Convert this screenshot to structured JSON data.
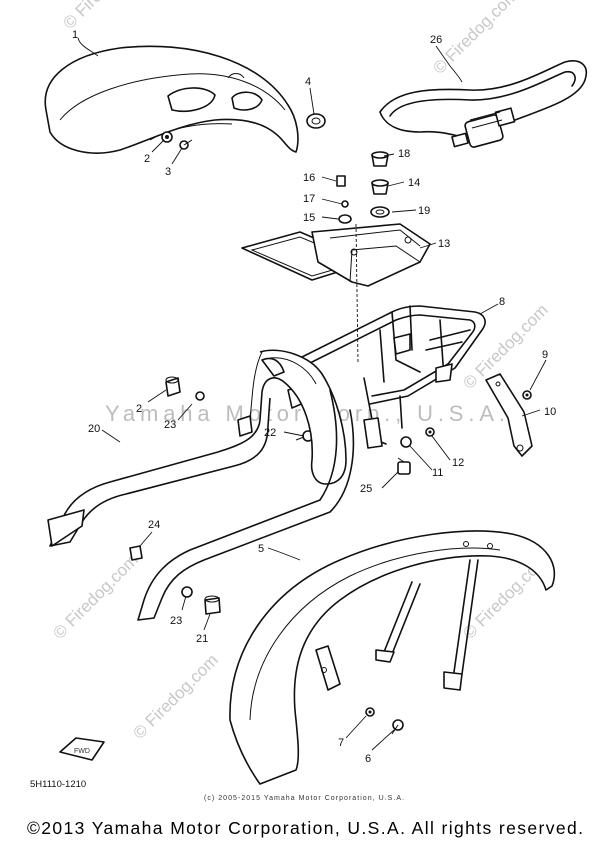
{
  "watermarks": {
    "firedog": "© Firedog.com",
    "center": "Yamaha Motor Corp., U.S.A."
  },
  "callouts": [
    "1",
    "2",
    "3",
    "4",
    "5",
    "6",
    "7",
    "8",
    "9",
    "10",
    "11",
    "12",
    "13",
    "14",
    "15",
    "16",
    "17",
    "18",
    "19",
    "20",
    "21",
    "22",
    "23",
    "24",
    "25",
    "26",
    "2",
    "23"
  ],
  "diagram_code": "5H1110-1210",
  "fwd_label": "FWD",
  "small_copyright": "(c) 2005-2015 Yamaha Motor Corporation, U.S.A.",
  "footer_copyright": "©2013 Yamaha Motor Corporation, U.S.A. All rights reserved."
}
